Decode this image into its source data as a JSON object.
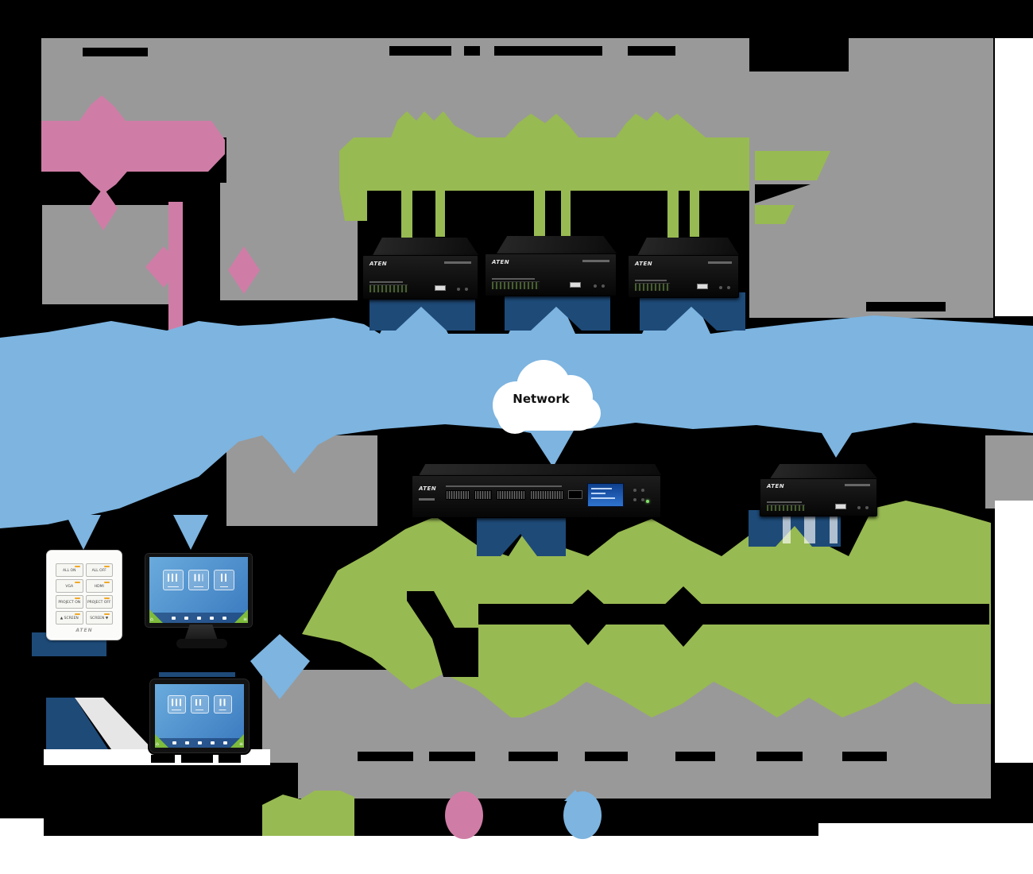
{
  "brand": {
    "name": "ATEN"
  },
  "network": {
    "label": "Network"
  },
  "keypad": {
    "logo": "ATEN",
    "buttons": [
      "ALL ON",
      "ALL OFF",
      "VGA",
      "HDMI",
      "PROJECT ON",
      "PROJECT OFF",
      "▲ SCREEN",
      "SCREEN ▼"
    ]
  },
  "icons": {
    "home_icon": "⌂",
    "menu_icon": "≡"
  },
  "legend": {
    "items": [
      {
        "name": "green-line-swatch",
        "color": "#98ba52"
      },
      {
        "name": "pink-line-swatch",
        "color": "#cf7da6"
      },
      {
        "name": "blue-line-swatch",
        "color": "#7db4e0"
      }
    ]
  },
  "colors": {
    "background": "#000000",
    "mask_gray": "#999999",
    "line_green": "#98ba52",
    "line_pink": "#cf7da6",
    "line_blue": "#7db4e0",
    "label_navy": "#1e4a78",
    "surface_white": "#ffffff",
    "screen_green_accent": "#7dbb3c"
  }
}
